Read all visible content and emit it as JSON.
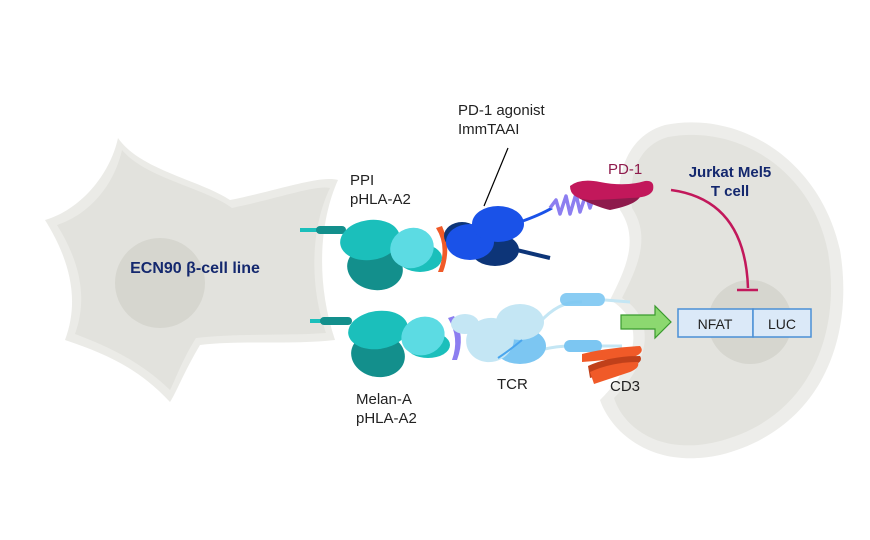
{
  "cells": {
    "beta_cell": {
      "label": "ECN90 β-cell line",
      "color": "#e6e6e1",
      "nucleus_color": "#d7d7d1",
      "label_color": "#14286e"
    },
    "t_cell": {
      "label_line1": "Jurkat Mel5",
      "label_line2": "T cell",
      "color": "#e6e6e1",
      "nucleus_color": "#d7d7d1",
      "label_color": "#14286e"
    }
  },
  "molecules": {
    "ppi_phla": {
      "line1": "PPI",
      "line2": "pHLA-A2"
    },
    "immtaai": {
      "line1": "PD-1 agonist",
      "line2": "ImmTAAI"
    },
    "pd1": {
      "label": "PD-1",
      "color": "#c2185b"
    },
    "melan_phla": {
      "line1": "Melan-A",
      "line2": "pHLA-A2"
    },
    "tcr": {
      "label": "TCR"
    },
    "cd3": {
      "label": "CD3"
    }
  },
  "reporter": {
    "nfat": "NFAT",
    "luc": "LUC"
  },
  "colors": {
    "teal_dark": "#138f8c",
    "teal": "#1bbfbb",
    "teal_light": "#5cdbe3",
    "blue": "#1a52e8",
    "navy": "#0d3578",
    "orange": "#f05a28",
    "purple": "#8c7ef0",
    "tcr_light": "#c4e6f4",
    "tcr_mid": "#7cc6f2",
    "green": "#8cd870",
    "reporter_fill": "#dbe9f8",
    "reporter_border": "#4a8fd6"
  }
}
